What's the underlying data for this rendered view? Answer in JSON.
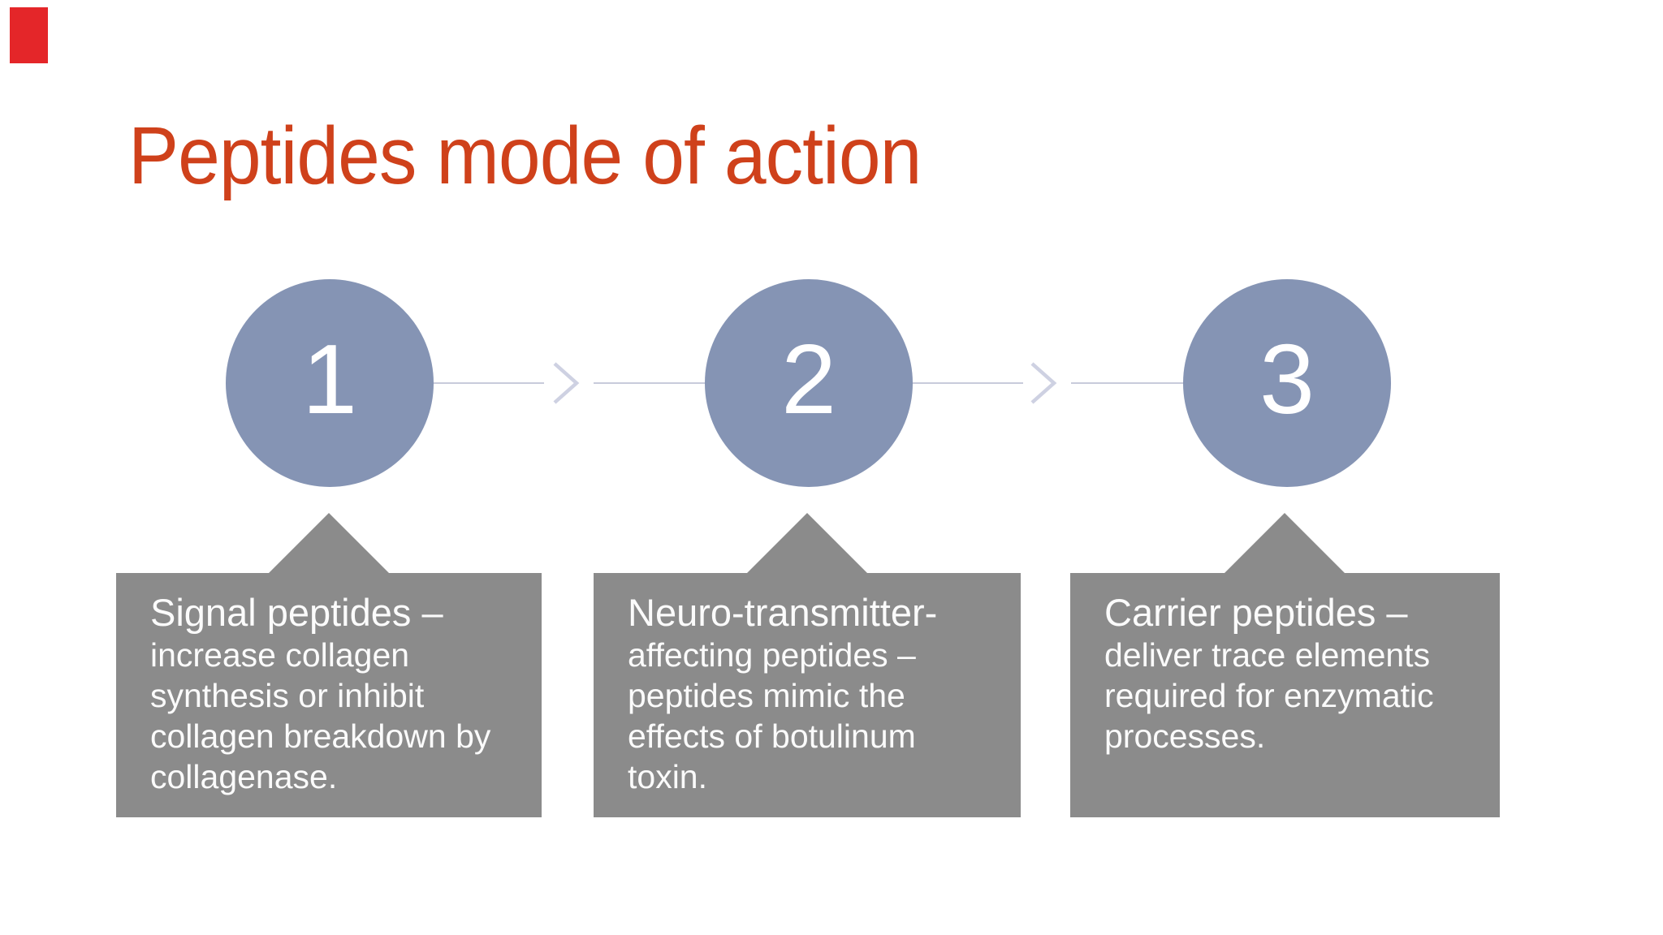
{
  "slide": {
    "title": "Peptides mode of action"
  },
  "steps": [
    {
      "number": "1",
      "heading": "Signal peptides –",
      "body": "increase collagen synthesis or inhibit collagen breakdown by collagenase."
    },
    {
      "number": "2",
      "heading": "Neuro-transmitter-",
      "body": "affecting peptides – peptides mimic the effects of botulinum toxin."
    },
    {
      "number": "3",
      "heading": "Carrier peptides –",
      "body": "deliver trace elements required for enzymatic processes."
    }
  ],
  "colors": {
    "title_text": "#cf411b",
    "circle_fill": "#8594b4",
    "circle_number_text": "#ffffff",
    "box_fill": "#8b8b8b",
    "box_text": "#fbfbfb",
    "connector_line": "#c8cbdb",
    "chevron": "#ced1e2",
    "recording_indicator": "#e42629",
    "background": "#ffffff"
  }
}
